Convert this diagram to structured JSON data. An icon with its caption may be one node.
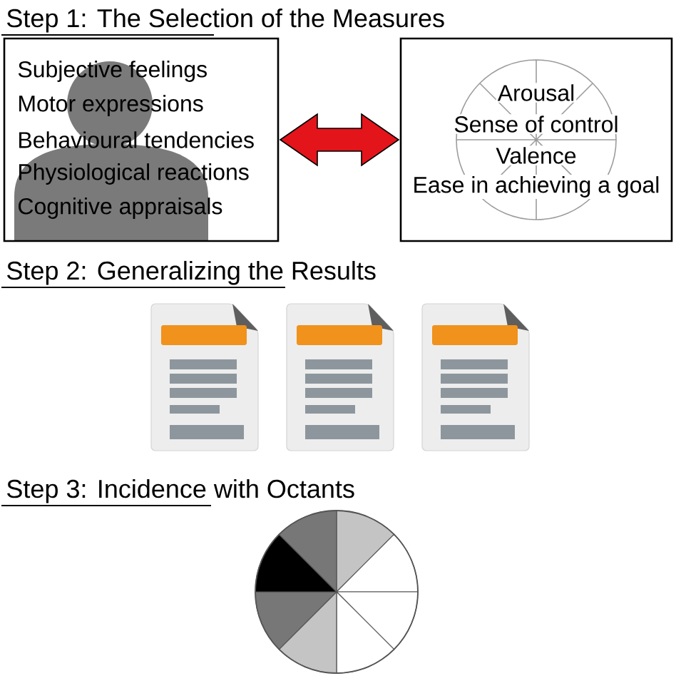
{
  "diagram": {
    "nodes": [
      {
        "text": [
          "Subjective feelings",
          "Motor expressions",
          "Behavioural tendencies",
          "Physiological reactions",
          "Cognitive appraisals"
        ]
      },
      {
        "text": [
          "Arousal",
          "Sense of control",
          "Valence",
          "Ease in achieving a goal"
        ]
      }
    ],
    "edges": [
      {
        "from": 0,
        "to": 1,
        "arrow": "both",
        "style": "thick",
        "color": "#e4141b"
      }
    ],
    "labels": [
      "Step 1: The Selection of the Measures",
      "Step 2: Generalizing the Results",
      "Step 3: Incidence with Octants"
    ]
  }
}
